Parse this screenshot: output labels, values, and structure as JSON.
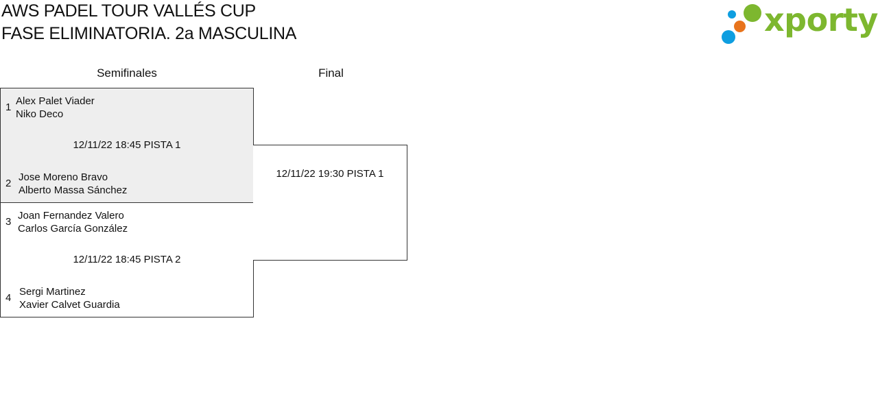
{
  "header": {
    "title_line1": "AWS PADEL TOUR VALLÉS CUP",
    "title_line2": "FASE ELIMINATORIA. 2a MASCULINA"
  },
  "logo": {
    "text": "xporty",
    "colors": {
      "green": "#7db72f",
      "blue": "#0e9ee0",
      "orange": "#e8741c"
    }
  },
  "rounds": {
    "semifinal": "Semifinales",
    "final": "Final"
  },
  "semifinals": [
    {
      "schedule": "12/11/22 18:45 PISTA 1",
      "team_a": {
        "seed": "1",
        "player1": "Alex Palet Viader",
        "player2": "Niko Deco"
      },
      "team_b": {
        "seed": "2",
        "player1": "Jose Moreno Bravo",
        "player2": "Alberto Massa Sánchez"
      }
    },
    {
      "schedule": "12/11/22 18:45 PISTA 2",
      "team_a": {
        "seed": "3",
        "player1": "Joan Fernandez Valero",
        "player2": "Carlos García González"
      },
      "team_b": {
        "seed": "4",
        "player1": "Sergi Martinez",
        "player2": "Xavier Calvet Guardia"
      }
    }
  ],
  "final": {
    "schedule": "12/11/22 19:30 PISTA 1"
  }
}
